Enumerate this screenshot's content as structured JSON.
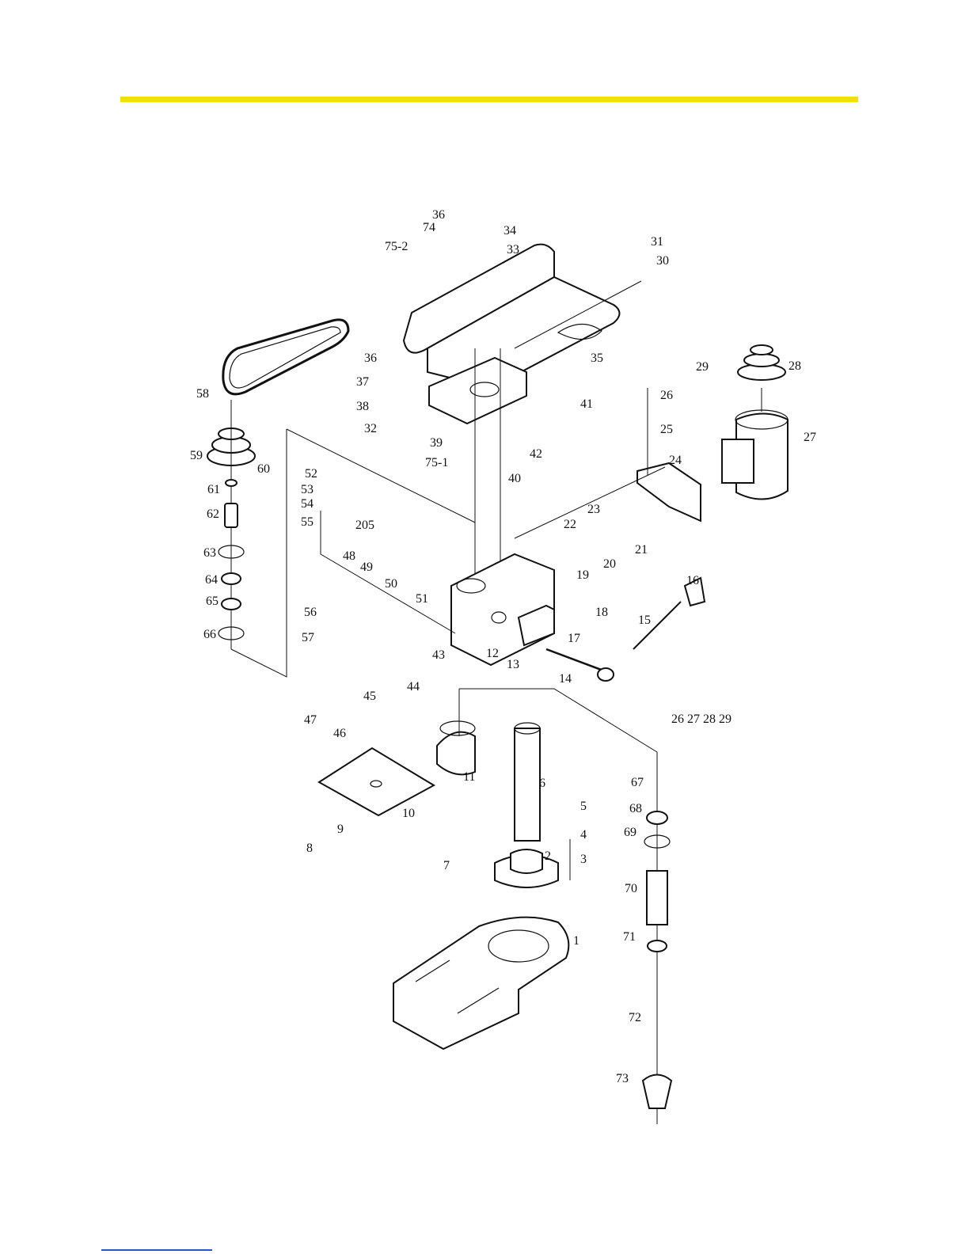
{
  "colors": {
    "header_bar": "#f2e000",
    "footer_line": "#2b55c7",
    "ink": "#111111"
  },
  "callouts": [
    {
      "label": "1"
    },
    {
      "label": "2"
    },
    {
      "label": "3"
    },
    {
      "label": "4"
    },
    {
      "label": "5"
    },
    {
      "label": "6"
    },
    {
      "label": "7"
    },
    {
      "label": "8"
    },
    {
      "label": "9"
    },
    {
      "label": "10"
    },
    {
      "label": "11"
    },
    {
      "label": "12"
    },
    {
      "label": "13"
    },
    {
      "label": "14"
    },
    {
      "label": "15"
    },
    {
      "label": "16"
    },
    {
      "label": "17"
    },
    {
      "label": "18"
    },
    {
      "label": "19"
    },
    {
      "label": "20"
    },
    {
      "label": "21"
    },
    {
      "label": "22"
    },
    {
      "label": "23"
    },
    {
      "label": "24"
    },
    {
      "label": "25"
    },
    {
      "label": "26"
    },
    {
      "label": "27"
    },
    {
      "label": "28"
    },
    {
      "label": "29"
    },
    {
      "label": "30"
    },
    {
      "label": "31"
    },
    {
      "label": "32"
    },
    {
      "label": "33"
    },
    {
      "label": "34"
    },
    {
      "label": "35"
    },
    {
      "label": "36"
    },
    {
      "label": "36"
    },
    {
      "label": "37"
    },
    {
      "label": "38"
    },
    {
      "label": "39"
    },
    {
      "label": "40"
    },
    {
      "label": "41"
    },
    {
      "label": "42"
    },
    {
      "label": "43"
    },
    {
      "label": "44"
    },
    {
      "label": "45"
    },
    {
      "label": "46"
    },
    {
      "label": "47"
    },
    {
      "label": "48"
    },
    {
      "label": "49"
    },
    {
      "label": "50"
    },
    {
      "label": "51"
    },
    {
      "label": "52"
    },
    {
      "label": "53"
    },
    {
      "label": "54"
    },
    {
      "label": "55"
    },
    {
      "label": "56"
    },
    {
      "label": "57"
    },
    {
      "label": "58"
    },
    {
      "label": "59"
    },
    {
      "label": "60"
    },
    {
      "label": "61"
    },
    {
      "label": "62"
    },
    {
      "label": "63"
    },
    {
      "label": "64"
    },
    {
      "label": "65"
    },
    {
      "label": "66"
    },
    {
      "label": "67"
    },
    {
      "label": "68"
    },
    {
      "label": "69"
    },
    {
      "label": "70"
    },
    {
      "label": "71"
    },
    {
      "label": "72"
    },
    {
      "label": "73"
    },
    {
      "label": "74"
    },
    {
      "label": "75-1"
    },
    {
      "label": "75-2"
    },
    {
      "label": "205"
    }
  ],
  "motor_group_note": "26  27  28  29"
}
